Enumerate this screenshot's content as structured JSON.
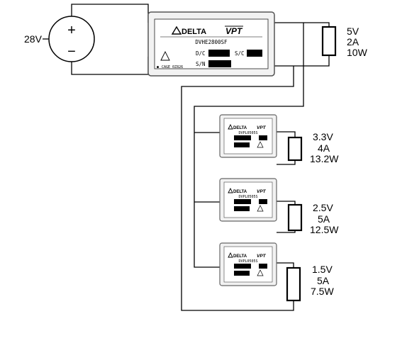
{
  "source": {
    "voltage_label": "28V",
    "plus_symbol": "+",
    "minus_symbol": "−"
  },
  "main_converter": {
    "brand_name": "DELTA",
    "brand_logo_text": "VPT",
    "model": "DVHE2800SF",
    "dc_label": "D/C",
    "sc_label": "S/C",
    "sn_label": "S/N",
    "cage_text": "CAGE 0Z826",
    "bullet": "●"
  },
  "main_output": {
    "voltage": "5V",
    "current": "2A",
    "power": "10W"
  },
  "pol_converters": [
    {
      "model": "DVPL0505S",
      "voltage": "3.3V",
      "current": "4A",
      "power": "13.2W"
    },
    {
      "model": "DVPL0505S",
      "voltage": "2.5V",
      "current": "5A",
      "power": "12.5W"
    },
    {
      "model": "DVPL0505S",
      "voltage": "1.5V",
      "current": "5A",
      "power": "7.5W"
    }
  ],
  "colors": {
    "ink": "#000000",
    "module_fill": "#ffffff",
    "module_border": "#555555",
    "label_box": "#000000"
  }
}
